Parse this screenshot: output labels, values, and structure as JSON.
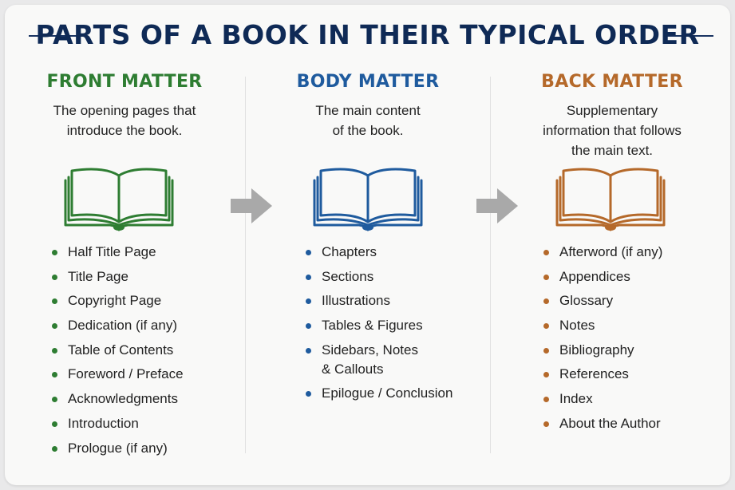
{
  "title": "PARTS OF A BOOK IN THEIR TYPICAL ORDER",
  "columns": [
    {
      "heading": "FRONT MATTER",
      "description": "The opening pages that introduce the book.",
      "color": "#2e7d32",
      "icon": "open-book-icon",
      "items": [
        "Half Title Page",
        "Title Page",
        "Copyright Page",
        "Dedication (if any)",
        "Table of Contents",
        "Foreword / Preface",
        "Acknowledgments",
        "Introduction",
        "Prologue (if any)"
      ]
    },
    {
      "heading": "BODY MATTER",
      "description": "The main content of the book.",
      "color": "#1f5b9e",
      "icon": "open-book-icon",
      "items": [
        "Chapters",
        "Sections",
        "Illustrations",
        "Tables & Figures",
        "Sidebars, Notes & Callouts",
        "Epilogue / Conclusion"
      ]
    },
    {
      "heading": "BACK MATTER",
      "description": "Supplementary information that follows the main text.",
      "color": "#b5692a",
      "icon": "open-book-icon",
      "items": [
        "Afterword (if any)",
        "Appendices",
        "Glossary",
        "Notes",
        "Bibliography",
        "References",
        "Index",
        "About the Author"
      ]
    }
  ],
  "colors": {
    "title": "#0f2a56",
    "arrow": "#a9a9a9"
  }
}
